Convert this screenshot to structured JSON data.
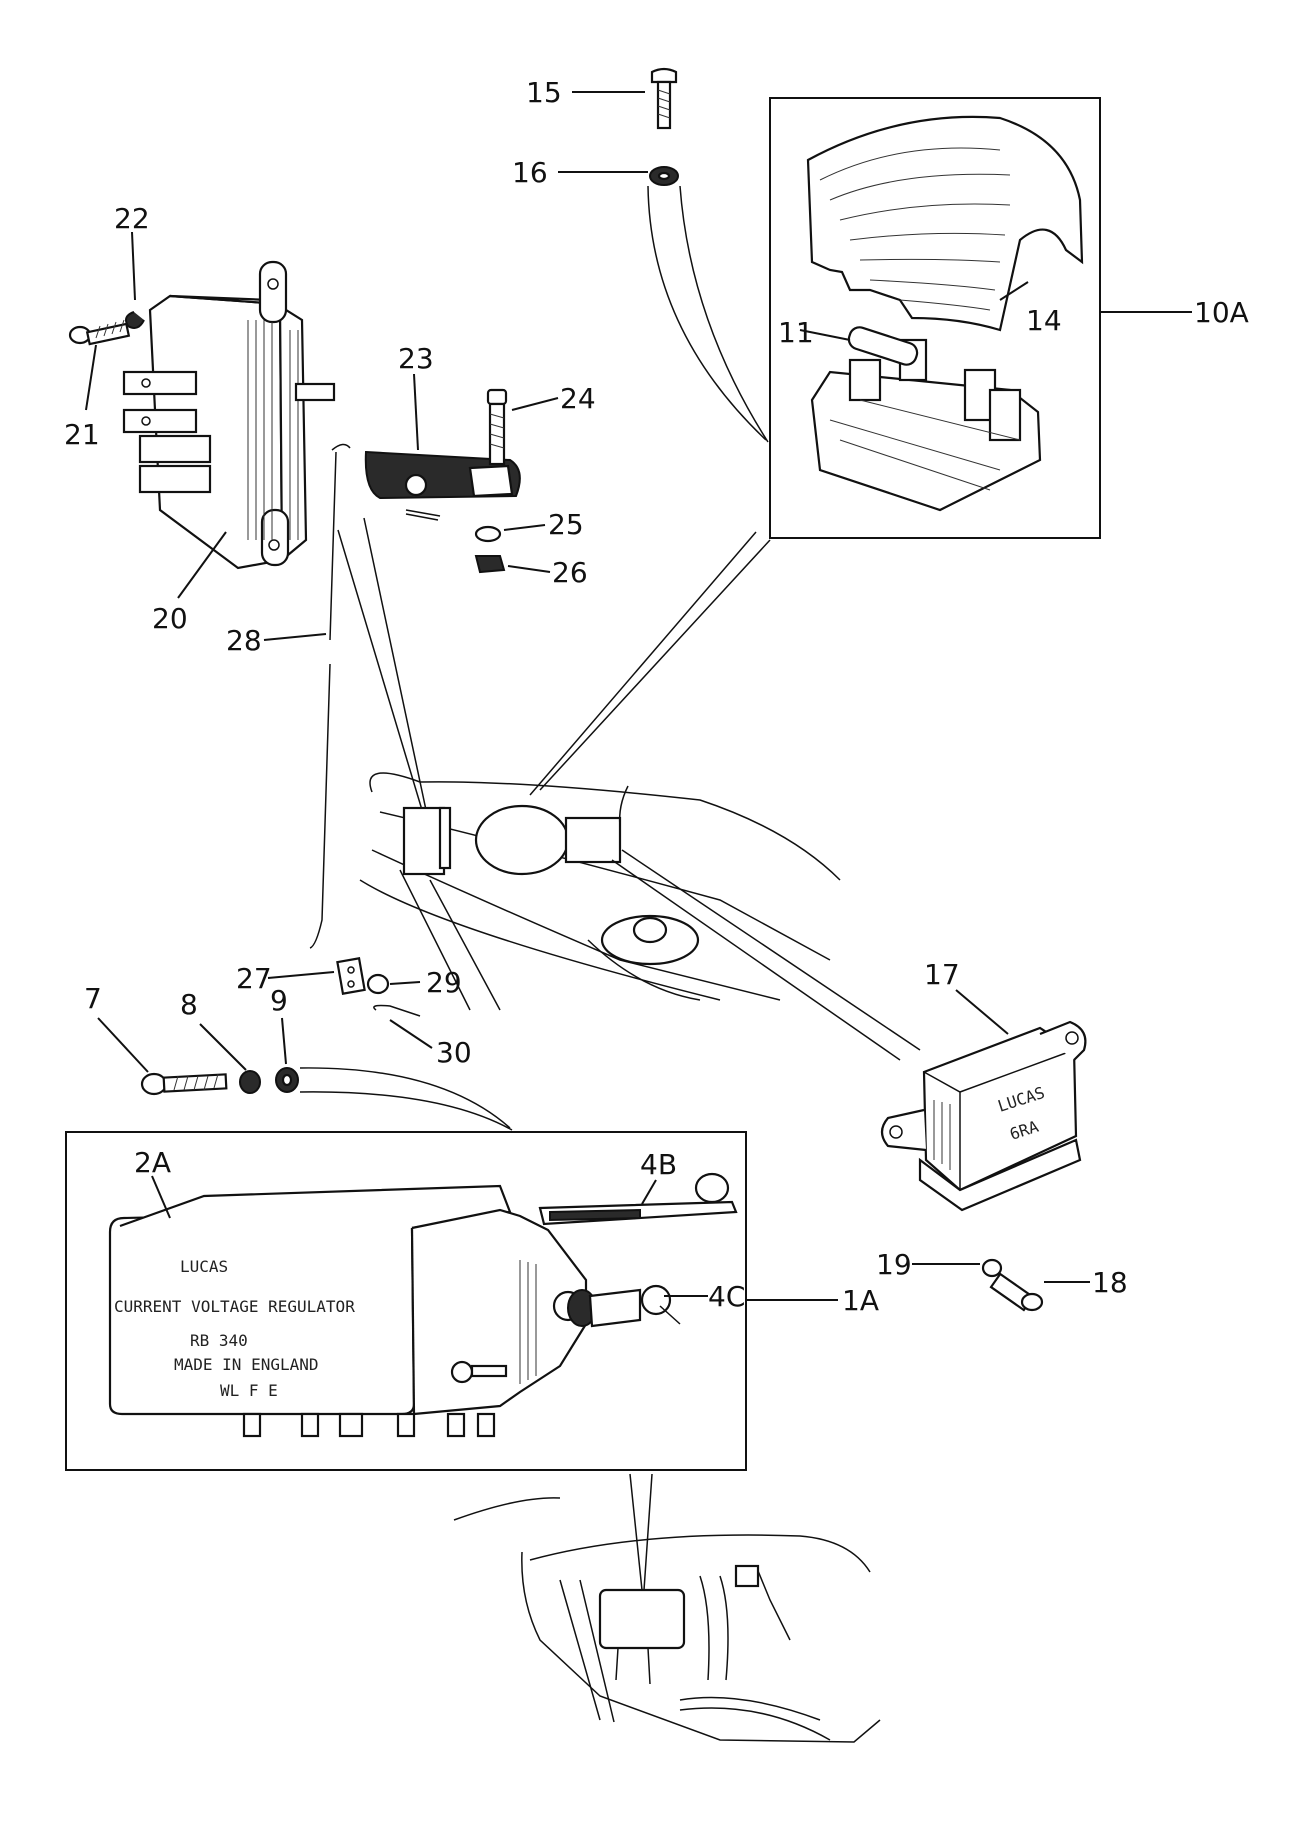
{
  "callouts": {
    "c15": "15",
    "c16": "16",
    "c22": "22",
    "c21": "21",
    "c20": "20",
    "c23": "23",
    "c24": "24",
    "c25": "25",
    "c26": "26",
    "c28": "28",
    "c11": "11",
    "c14": "14",
    "c10A": "10A",
    "c27": "27",
    "c29": "29",
    "c30": "30",
    "c7": "7",
    "c8": "8",
    "c9": "9",
    "c17": "17",
    "c19": "19",
    "c18": "18",
    "c2A": "2A",
    "c4B": "4B",
    "c4C": "4C",
    "c1A": "1A"
  },
  "printed_text": {
    "relay_brand": "LUCAS",
    "relay_model": "6RA",
    "reg_brand": "LUCAS",
    "reg_line1": "CURRENT VOLTAGE REGULATOR",
    "reg_line2": "RB 340",
    "reg_line3": "MADE IN ENGLAND",
    "reg_terminals": "WL F E"
  }
}
